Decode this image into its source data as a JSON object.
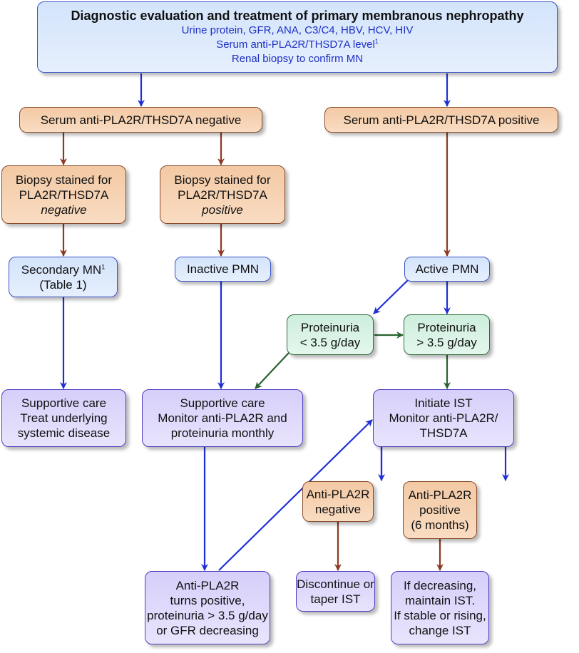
{
  "diagram": {
    "title": "Diagnostic evaluation and treatment of primary membranous nephropathy",
    "colors": {
      "blue_arrow": "#1f2fd6",
      "brown_arrow": "#8b3a22",
      "green_arrow": "#2a6230",
      "blue_box": "#dbe8fb",
      "orange_box": "#f5d0ae",
      "green_box": "#d8f2e4",
      "purple_box": "#ddd7fb"
    },
    "nodes": {
      "top": {
        "title": "Diagnostic evaluation and treatment of primary membranous nephropathy",
        "lines": [
          "Urine protein, GFR, ANA, C3/C4, HBV, HCV, HIV",
          "Serum anti-PLA2R/THSD7A level",
          "Renal biopsy to confirm MN"
        ],
        "footnote": "1"
      },
      "serum_negative": {
        "text": "Serum anti-PLA2R/THSD7A negative"
      },
      "serum_positive": {
        "text": "Serum anti-PLA2R/THSD7A positive"
      },
      "biopsy_negative": {
        "lines": [
          "Biopsy stained for",
          "PLA2R/THSD7A"
        ],
        "emphasis": "negative"
      },
      "biopsy_positive": {
        "lines": [
          "Biopsy stained for",
          "PLA2R/THSD7A"
        ],
        "emphasis": "positive"
      },
      "secondary_mn": {
        "lines": [
          "Secondary MN",
          "(Table 1)"
        ],
        "footnote": "1"
      },
      "inactive_pmn": {
        "text": "Inactive PMN"
      },
      "active_pmn": {
        "text": "Active PMN"
      },
      "proteinuria_low": {
        "lines": [
          "Proteinuria",
          "< 3.5 g/day"
        ]
      },
      "proteinuria_high": {
        "lines": [
          "Proteinuria",
          "> 3.5 g/day"
        ]
      },
      "supportive_secondary": {
        "lines": [
          "Supportive care",
          "Treat underlying",
          "systemic disease"
        ]
      },
      "supportive_monitor": {
        "lines": [
          "Supportive care",
          "Monitor anti-PLA2R and",
          "proteinuria monthly"
        ]
      },
      "initiate_ist": {
        "lines": [
          "Initiate IST",
          "Monitor anti-PLA2R/",
          "THSD7A"
        ]
      },
      "anti_negative": {
        "lines": [
          "Anti-PLA2R",
          "negative"
        ]
      },
      "anti_positive": {
        "lines": [
          "Anti-PLA2R",
          "positive",
          "(6 months)"
        ]
      },
      "turns_positive": {
        "lines": [
          "Anti-PLA2R",
          "turns positive,",
          "proteinuria > 3.5 g/day",
          "or GFR decreasing"
        ]
      },
      "discontinue": {
        "lines": [
          "Discontinue or",
          "taper IST"
        ]
      },
      "if_decreasing": {
        "lines": [
          "If decreasing,",
          "maintain IST.",
          "If stable or rising,",
          "change IST"
        ]
      }
    },
    "edges": [
      {
        "from": "top",
        "to": "serum_negative",
        "color": "blue"
      },
      {
        "from": "top",
        "to": "serum_positive",
        "color": "blue"
      },
      {
        "from": "serum_negative",
        "to": "biopsy_negative",
        "color": "brown"
      },
      {
        "from": "serum_negative",
        "to": "biopsy_positive",
        "color": "brown"
      },
      {
        "from": "serum_positive",
        "to": "active_pmn",
        "color": "brown"
      },
      {
        "from": "biopsy_negative",
        "to": "secondary_mn",
        "color": "brown"
      },
      {
        "from": "biopsy_positive",
        "to": "inactive_pmn",
        "color": "brown"
      },
      {
        "from": "secondary_mn",
        "to": "supportive_secondary",
        "color": "blue"
      },
      {
        "from": "inactive_pmn",
        "to": "supportive_monitor",
        "color": "blue"
      },
      {
        "from": "active_pmn",
        "to": "proteinuria_low",
        "color": "blue"
      },
      {
        "from": "active_pmn",
        "to": "proteinuria_high",
        "color": "blue"
      },
      {
        "from": "proteinuria_low",
        "to": "proteinuria_high",
        "color": "green"
      },
      {
        "from": "proteinuria_low",
        "to": "supportive_monitor",
        "color": "green"
      },
      {
        "from": "proteinuria_high",
        "to": "initiate_ist",
        "color": "green"
      },
      {
        "from": "supportive_monitor",
        "to": "turns_positive",
        "color": "blue"
      },
      {
        "from": "turns_positive",
        "to": "initiate_ist",
        "color": "blue"
      },
      {
        "from": "initiate_ist",
        "to": "anti_negative",
        "color": "blue"
      },
      {
        "from": "initiate_ist",
        "to": "anti_positive",
        "color": "blue"
      },
      {
        "from": "anti_negative",
        "to": "discontinue",
        "color": "brown"
      },
      {
        "from": "anti_positive",
        "to": "if_decreasing",
        "color": "brown"
      }
    ]
  }
}
